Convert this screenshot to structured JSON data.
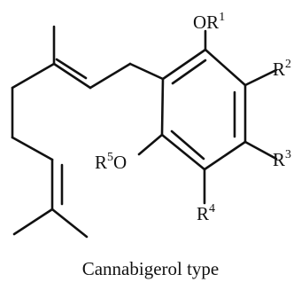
{
  "caption": "Cannabigerol type",
  "labels": {
    "or1": {
      "main": "OR",
      "sup": "1"
    },
    "r2": {
      "main": "R",
      "sup": "2"
    },
    "r3": {
      "main": "R",
      "sup": "3"
    },
    "r4": {
      "main": "R",
      "sup": "4"
    },
    "r5o": {
      "pre": "R",
      "sup": "5",
      "post": "O"
    }
  },
  "colors": {
    "ink": "#111111",
    "background": "#ffffff"
  }
}
